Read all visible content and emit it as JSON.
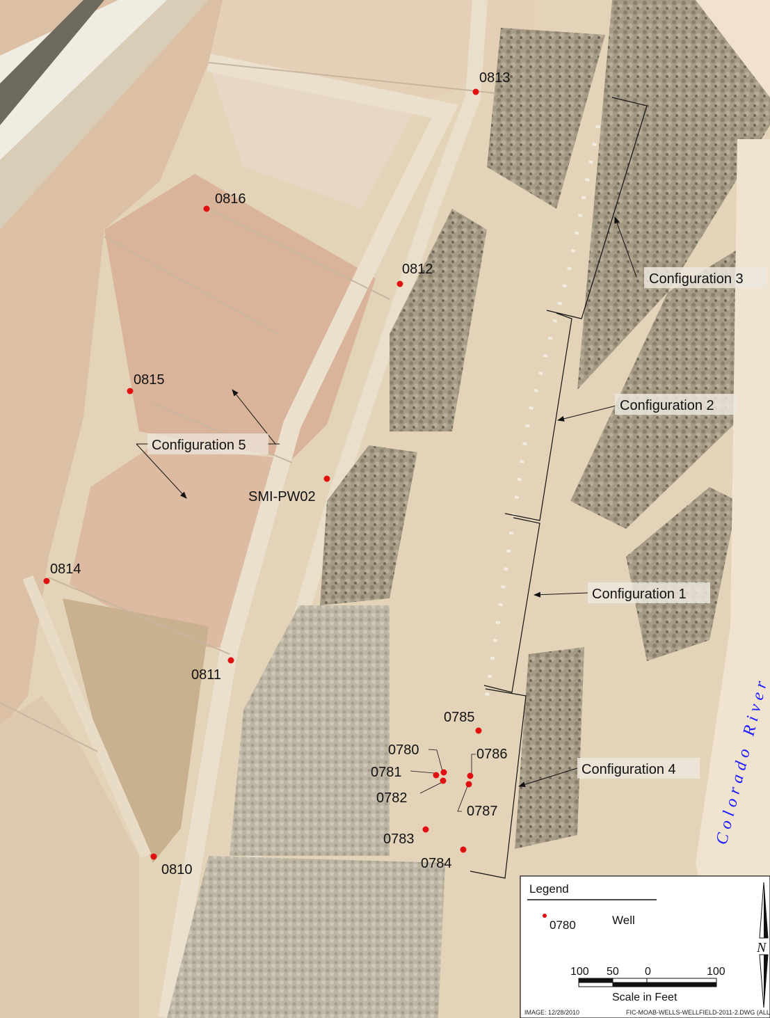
{
  "wells": [
    {
      "id": "0813"
    },
    {
      "id": "0816"
    },
    {
      "id": "0812"
    },
    {
      "id": "0815"
    },
    {
      "id": "SMI-PW02"
    },
    {
      "id": "0814"
    },
    {
      "id": "0811"
    },
    {
      "id": "0810"
    },
    {
      "id": "0785"
    },
    {
      "id": "0780"
    },
    {
      "id": "0786"
    },
    {
      "id": "0781"
    },
    {
      "id": "0782"
    },
    {
      "id": "0787"
    },
    {
      "id": "0783"
    },
    {
      "id": "0784"
    }
  ],
  "configurations": [
    {
      "label": "Configuration 3"
    },
    {
      "label": "Configuration 2"
    },
    {
      "label": "Configuration 5"
    },
    {
      "label": "Configuration 1"
    },
    {
      "label": "Configuration 4"
    }
  ],
  "river_label": "Colorado River",
  "legend": {
    "title": "Legend",
    "sample_id": "0780",
    "sample_desc": "Well",
    "scale_ticks": [
      "100",
      "50",
      "0",
      "100"
    ],
    "scale_label": "Scale in Feet",
    "north": "N"
  },
  "footer": {
    "image_date": "IMAGE: 12/28/2010",
    "drawing": "FIC-MOAB-WELLS-WELLFIELD-2011-2.DWG (ALL)"
  },
  "colors": {
    "well_marker": "#e01010",
    "river_text": "#1a1aff",
    "ground": "#e3d3b9",
    "pond": "#d9b39b",
    "vegetation": "#8d8470"
  }
}
